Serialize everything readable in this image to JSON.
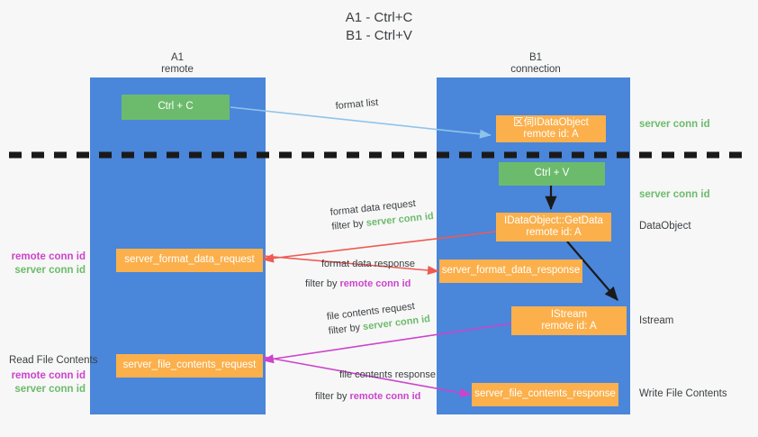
{
  "title": {
    "line1": "A1 - Ctrl+C",
    "line2": "B1 - Ctrl+V"
  },
  "columns": [
    {
      "name": "A1",
      "role": "remote"
    },
    {
      "name": "B1",
      "role": "connection"
    }
  ],
  "colors": {
    "lane": "#4a86da",
    "node_green": "#6cbb6c",
    "node_orange": "#fbb04c",
    "server_conn": "#6cbb6c",
    "remote_conn": "#cc44cc",
    "arrow_blue": "#8ec4ea",
    "arrow_red": "#ef5a52",
    "arrow_magenta": "#cc44cc",
    "arrow_black": "#1a1a1a",
    "divider": "#1a1a1a",
    "background": "#f7f7f7"
  },
  "nodes": {
    "ctrl_c": {
      "label": "Ctrl + C"
    },
    "ole_data_object": {
      "label": "区伺IDataObject",
      "sub": "remote id: A"
    },
    "ctrl_v": {
      "label": "Ctrl + V"
    },
    "get_data": {
      "label": "IDataObject::GetData",
      "sub": "remote id: A"
    },
    "istream": {
      "label": "IStream",
      "sub": "remote id: A"
    },
    "format_data_request": {
      "label": "server_format_data_request"
    },
    "format_data_response": {
      "label": "server_format_data_response"
    },
    "file_contents_request": {
      "label": "server_file_contents_request"
    },
    "file_contents_response": {
      "label": "server_file_contents_response"
    }
  },
  "edges": {
    "format_list": {
      "label": "format list"
    },
    "format_data_request": {
      "label": "format data request",
      "filter_prefix": "filter by ",
      "filter_target": "server conn id"
    },
    "format_data_response": {
      "label": "format data response",
      "filter_prefix": "filter by ",
      "filter_target": "remote conn id"
    },
    "file_contents_request": {
      "label": "file contents request",
      "filter_prefix": "filter by ",
      "filter_target": "server conn id"
    },
    "file_contents_response": {
      "label": "file contents response",
      "filter_prefix": "filter by ",
      "filter_target": "remote conn id"
    }
  },
  "annotations": {
    "right_server_conn_1": "server conn id",
    "right_server_conn_2": "server conn id",
    "right_dataobject": "DataObject",
    "right_istream": "Istream",
    "right_write_file_contents": "Write File Contents",
    "left_remote_conn_1": "remote conn id",
    "left_server_conn_1": "server conn id",
    "left_read_file_contents": "Read File Contents",
    "left_remote_conn_2": "remote conn id",
    "left_server_conn_2": "server conn id"
  }
}
